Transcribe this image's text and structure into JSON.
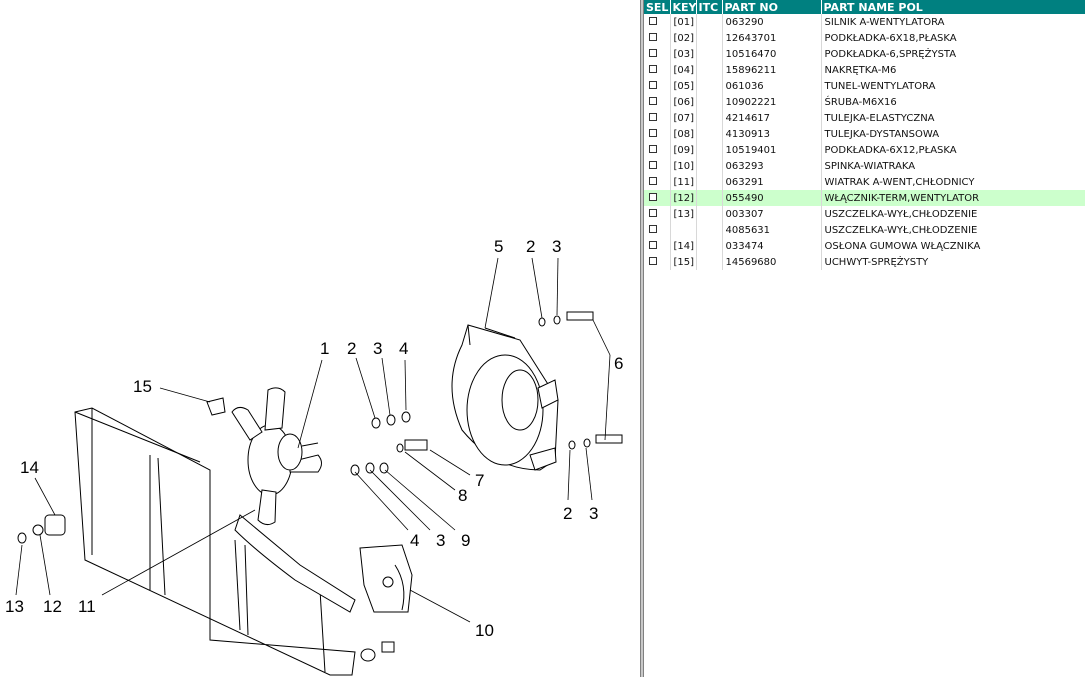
{
  "columns": [
    "SEL",
    "KEY",
    "ITC",
    "PART NO",
    "PART NAME POL"
  ],
  "rows": [
    {
      "key": "[01]",
      "itc": "",
      "part_no": "063290",
      "name": "SILNIK A-WENTYLATORA"
    },
    {
      "key": "[02]",
      "itc": "",
      "part_no": "12643701",
      "name": "PODKŁADKA-6X18,PŁASKA"
    },
    {
      "key": "[03]",
      "itc": "",
      "part_no": "10516470",
      "name": "PODKŁADKA-6,SPRĘŻYSTA"
    },
    {
      "key": "[04]",
      "itc": "",
      "part_no": "15896211",
      "name": "NAKRĘTKA-M6"
    },
    {
      "key": "[05]",
      "itc": "",
      "part_no": "061036",
      "name": "TUNEL-WENTYLATORA"
    },
    {
      "key": "[06]",
      "itc": "",
      "part_no": "10902221",
      "name": "ŚRUBA-M6X16"
    },
    {
      "key": "[07]",
      "itc": "",
      "part_no": "4214617",
      "name": "TULEJKA-ELASTYCZNA"
    },
    {
      "key": "[08]",
      "itc": "",
      "part_no": "4130913",
      "name": "TULEJKA-DYSTANSOWA"
    },
    {
      "key": "[09]",
      "itc": "",
      "part_no": "10519401",
      "name": "PODKŁADKA-6X12,PŁASKA"
    },
    {
      "key": "[10]",
      "itc": "",
      "part_no": "063293",
      "name": "SPINKA-WIATRAKA"
    },
    {
      "key": "[11]",
      "itc": "",
      "part_no": "063291",
      "name": "WIATRAK A-WENT,CHŁODNICY"
    },
    {
      "key": "[12]",
      "itc": "",
      "part_no": "055490",
      "name": "WŁĄCZNIK-TERM,WENTYLATOR"
    },
    {
      "key": "[13]",
      "itc": "",
      "part_no": "003307",
      "name": "USZCZELKA-WYŁ,CHŁODZENIE"
    },
    {
      "key": "",
      "itc": "",
      "part_no": "4085631",
      "name": "USZCZELKA-WYŁ,CHŁODZENIE"
    },
    {
      "key": "[14]",
      "itc": "",
      "part_no": "033474",
      "name": "OSŁONA GUMOWA WŁĄCZNIKA"
    },
    {
      "key": "[15]",
      "itc": "",
      "part_no": "14569680",
      "name": "UCHWYT-SPRĘŻYSTY"
    }
  ],
  "highlighted_row": 11,
  "colors": {
    "header_bg": "#008080",
    "header_text": "#ffffff",
    "highlight": "#ccffcc"
  },
  "callouts": {
    "c1": "1",
    "c2a": "2",
    "c3a": "3",
    "c4a": "4",
    "c5": "5",
    "c2b": "2",
    "c3b": "3",
    "c6": "6",
    "c7": "7",
    "c8": "8",
    "c9": "9",
    "c4b": "4",
    "c3c": "3",
    "c2c": "2",
    "c3d": "3",
    "c10": "10",
    "c11": "11",
    "c12": "12",
    "c13": "13",
    "c14": "14",
    "c15": "15"
  }
}
